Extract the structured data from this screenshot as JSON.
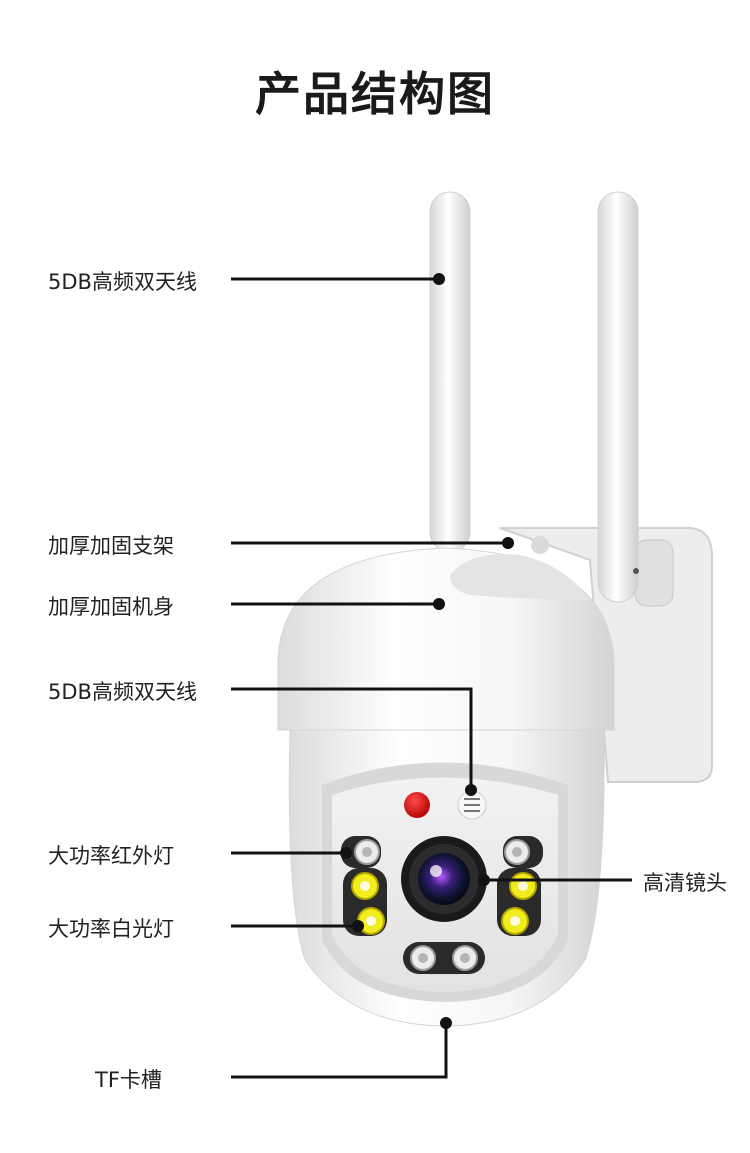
{
  "title": "产品结构图",
  "labels": {
    "antenna_top": "5DB高频双天线",
    "bracket": "加厚加固支架",
    "body": "加厚加固机身",
    "antenna_mid": "5DB高频双天线",
    "ir_light": "大功率红外灯",
    "white_light": "大功率白光灯",
    "lens": "高清镜头",
    "tf_slot": "TF卡槽"
  }
}
